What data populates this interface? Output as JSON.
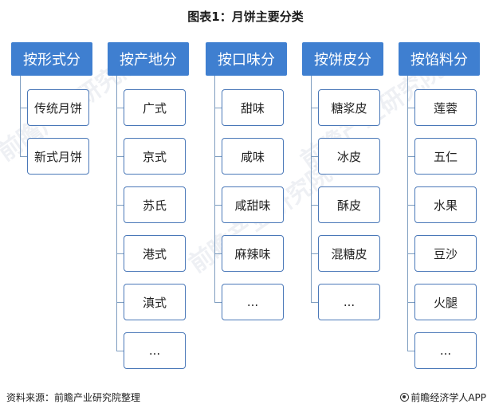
{
  "title": "图表1：月饼主要分类",
  "columns": [
    {
      "header": "按形式分",
      "items": [
        "传统月饼",
        "新式月饼"
      ]
    },
    {
      "header": "按产地分",
      "items": [
        "广式",
        "京式",
        "苏氏",
        "港式",
        "滇式",
        "..."
      ]
    },
    {
      "header": "按口味分",
      "items": [
        "甜味",
        "咸味",
        "咸甜味",
        "麻辣味",
        "..."
      ]
    },
    {
      "header": "按饼皮分",
      "items": [
        "糖浆皮",
        "冰皮",
        "酥皮",
        "混糖皮",
        "..."
      ]
    },
    {
      "header": "按馅料分",
      "items": [
        "莲蓉",
        "五仁",
        "水果",
        "豆沙",
        "火腿",
        "..."
      ]
    }
  ],
  "footer": {
    "source": "资料来源：前瞻产业研究院整理",
    "brand": "前瞻经济学人APP"
  },
  "colors": {
    "header_bg": "#3f7fd0",
    "border": "#4a78b8",
    "connector": "#7f9ec0"
  }
}
